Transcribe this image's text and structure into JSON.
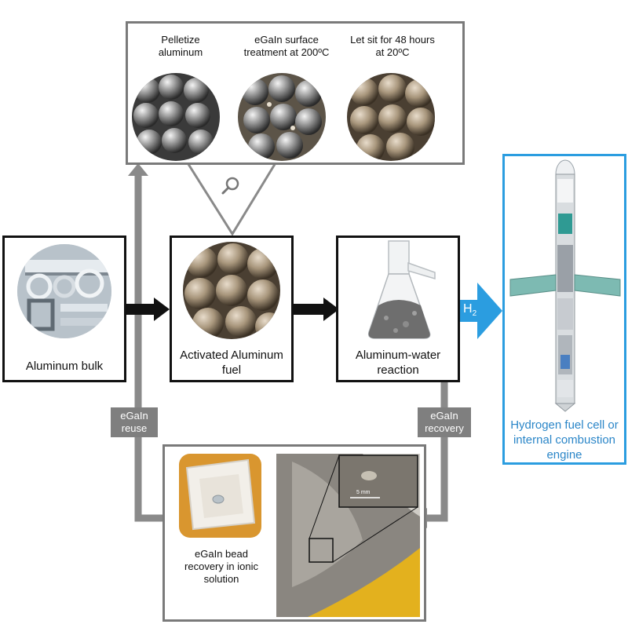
{
  "steps": [
    {
      "label": "Pelletize aluminum"
    },
    {
      "label": "eGaIn surface treatment at 200ºC"
    },
    {
      "label": "Let sit for 48 hours at 20ºC"
    }
  ],
  "nodes": {
    "bulk": "Aluminum bulk",
    "fuel": "Activated Aluminum fuel",
    "reaction": "Aluminum-water reaction",
    "engine": "Hydrogen fuel cell or internal combustion engine",
    "recovery": "eGaIn bead recovery in ionic solution"
  },
  "tags": {
    "reuse": "eGaIn reuse",
    "recovery": "eGaIn recovery"
  },
  "h2": {
    "base": "H",
    "sub": "2"
  },
  "scale_bar": "5 mm",
  "colors": {
    "accent_blue": "#2b9de0",
    "grey": "#7f7f7f",
    "black": "#111111"
  },
  "icons": [
    "magnifier-icon"
  ]
}
